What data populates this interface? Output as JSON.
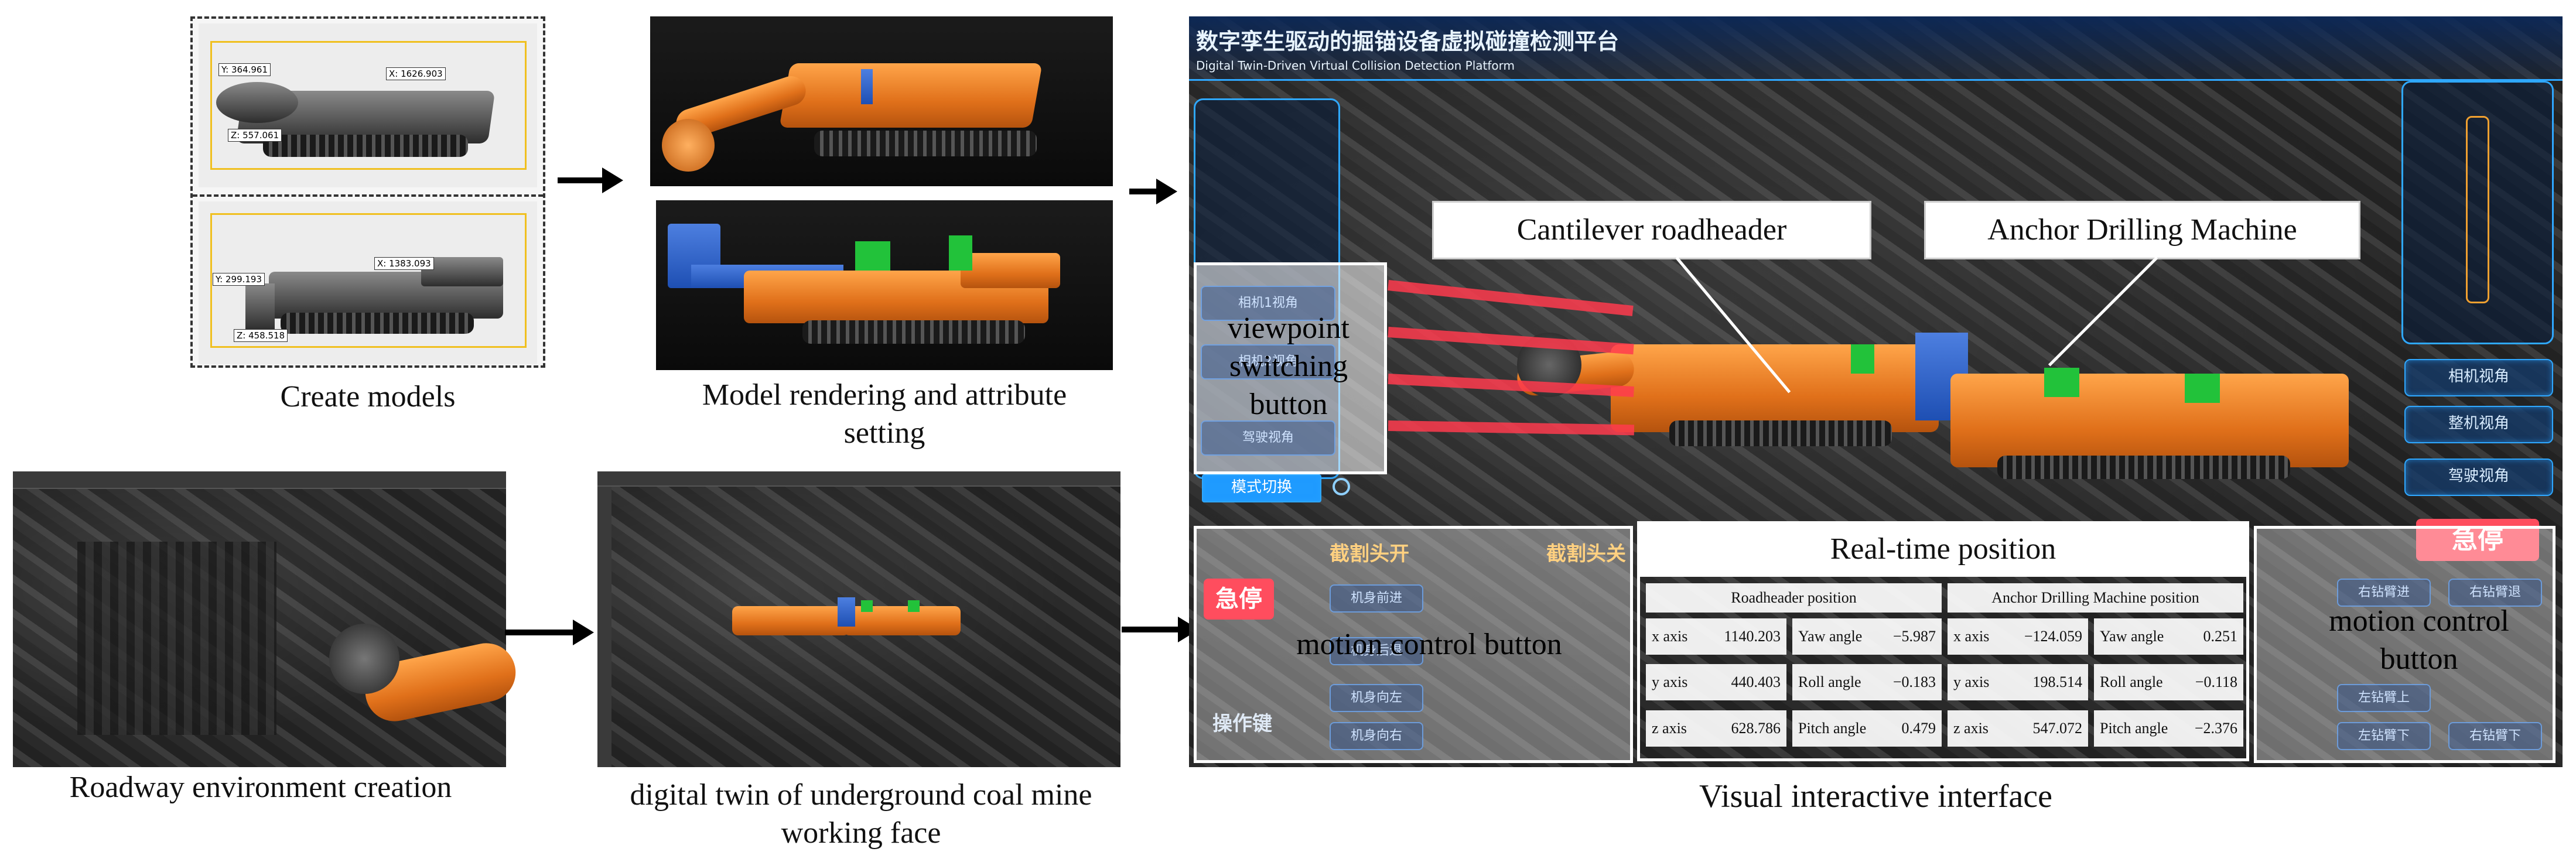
{
  "captions": {
    "create_models": "Create models",
    "model_rendering": "Model rendering and attribute setting",
    "roadway": "Roadway environment creation",
    "digital_twin": "digital twin of underground coal mine working face",
    "visual_interface": "Visual interactive interface"
  },
  "model_dims": {
    "top": {
      "y": "Y: 364.961",
      "x": "X: 1626.903",
      "z": "Z: 557.061"
    },
    "bottom": {
      "y": "Y: 299.193",
      "x": "X: 1383.093",
      "z": "Z: 458.518"
    }
  },
  "interface": {
    "title_cn": "数字孪生驱动的掘锚设备虚拟碰撞检测平台",
    "title_en": "Digital Twin-Driven Virtual Collision Detection Platform",
    "labels": {
      "cantilever": "Cantilever roadheader",
      "anchor": "Anchor Drilling Machine",
      "viewpoint": "viewpoint switching button",
      "realtime": "Real-time position",
      "motion_left": "motion control button",
      "motion_right": "motion control button"
    },
    "left_panel_buttons": [
      "相机1视角",
      "相机2视角",
      "驾驶视角"
    ],
    "right_panel_buttons": [
      "相机视角",
      "整机视角",
      "驾驶视角"
    ],
    "mode_switch": "模式切换",
    "estop_left": "急停",
    "estop_right": "急停",
    "left_header_a": "截割头开",
    "left_header_b": "截割头关",
    "left_controls": [
      "机身前进",
      "机身后退",
      "机身向左",
      "机身向右",
      "操作键"
    ],
    "roadheader_position": {
      "header": "Roadheader position",
      "x_axis": {
        "label": "x axis",
        "value": "1140.203"
      },
      "y_axis": {
        "label": "y axis",
        "value": "440.403"
      },
      "z_axis": {
        "label": "z axis",
        "value": "628.786"
      },
      "yaw": {
        "label": "Yaw angle",
        "value": "−5.987"
      },
      "roll": {
        "label": "Roll angle",
        "value": "−0.183"
      },
      "pitch": {
        "label": "Pitch angle",
        "value": "0.479"
      }
    },
    "anchor_position": {
      "header": "Anchor Drilling Machine position",
      "x_axis": {
        "label": "x axis",
        "value": "−124.059"
      },
      "y_axis": {
        "label": "y axis",
        "value": "198.514"
      },
      "z_axis": {
        "label": "z axis",
        "value": "547.072"
      },
      "yaw": {
        "label": "Yaw angle",
        "value": "0.251"
      },
      "roll": {
        "label": "Roll angle",
        "value": "−0.118"
      },
      "pitch": {
        "label": "Pitch angle",
        "value": "−2.376"
      }
    },
    "right_controls": [
      "右钻臂进",
      "右钻臂退",
      "左钻臂上",
      "左钻臂下",
      "右钻臂下"
    ]
  },
  "colors": {
    "accent_blue": "#2fa8ff",
    "estop_red": "#ff3b4e",
    "machine_orange": "#f08a2a"
  }
}
